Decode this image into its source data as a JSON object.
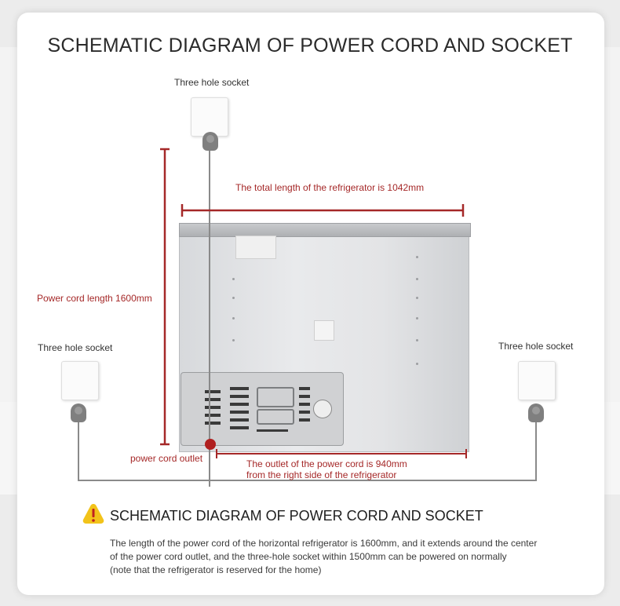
{
  "title": "SCHEMATIC DIAGRAM OF POWER CORD AND SOCKET",
  "socket_top_label": "Three hole socket",
  "socket_left_label": "Three hole socket",
  "socket_right_label": "Three hole socket",
  "fridge_length_label": "The total length of the refrigerator is 1042mm",
  "cord_length_label": "Power cord length 1600mm",
  "outlet_label": "power cord outlet",
  "outlet_distance_line1": "The outlet of the power cord is 940mm",
  "outlet_distance_line2": "from the right side of the refrigerator",
  "notice": {
    "icon": "warning-icon",
    "heading": "SCHEMATIC DIAGRAM OF POWER CORD AND SOCKET",
    "line1": "The length of the power cord of the horizontal refrigerator is 1600mm, and it extends around the center",
    "line2": "of the power cord outlet, and the three-hole socket within 1500mm can be powered on normally",
    "line3": "(note that the refrigerator is reserved for the home)"
  },
  "colors": {
    "dimension": "#a52828",
    "warning": "#f2c31a",
    "cord": "#8a8a8a"
  }
}
